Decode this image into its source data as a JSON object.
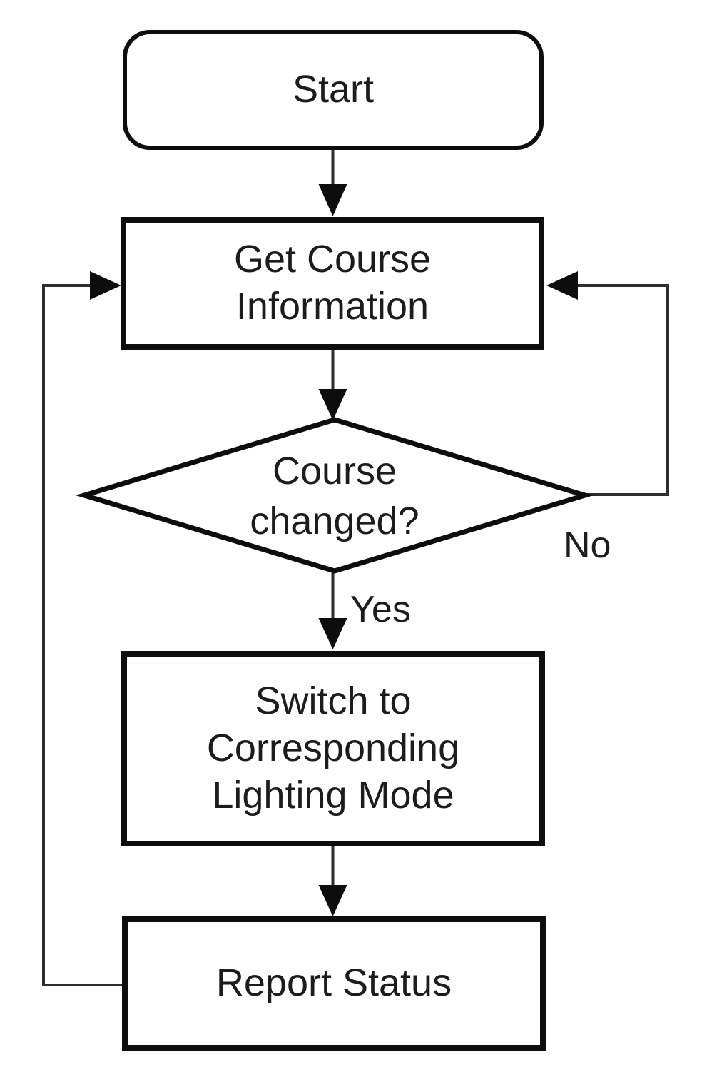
{
  "diagram": {
    "type": "flowchart",
    "background_color": "#ffffff",
    "stroke_color": "#0d0d0d",
    "connector_color": "#2e2e2e",
    "nodes": [
      {
        "id": "start",
        "shape": "terminator",
        "label": "Start"
      },
      {
        "id": "get-course-information",
        "shape": "process",
        "label": "Get Course Information"
      },
      {
        "id": "course-changed",
        "shape": "decision",
        "label": "Course changed?"
      },
      {
        "id": "switch-lighting-mode",
        "shape": "process",
        "label": "Switch to Corresponding Lighting Mode"
      },
      {
        "id": "report-status",
        "shape": "process",
        "label": "Report Status"
      }
    ],
    "edges": [
      {
        "from": "start",
        "to": "get-course-information",
        "label": ""
      },
      {
        "from": "get-course-information",
        "to": "course-changed",
        "label": ""
      },
      {
        "from": "course-changed",
        "to": "switch-lighting-mode",
        "label": "Yes"
      },
      {
        "from": "course-changed",
        "to": "get-course-information",
        "label": "No"
      },
      {
        "from": "switch-lighting-mode",
        "to": "report-status",
        "label": ""
      },
      {
        "from": "report-status",
        "to": "get-course-information",
        "label": ""
      }
    ]
  }
}
